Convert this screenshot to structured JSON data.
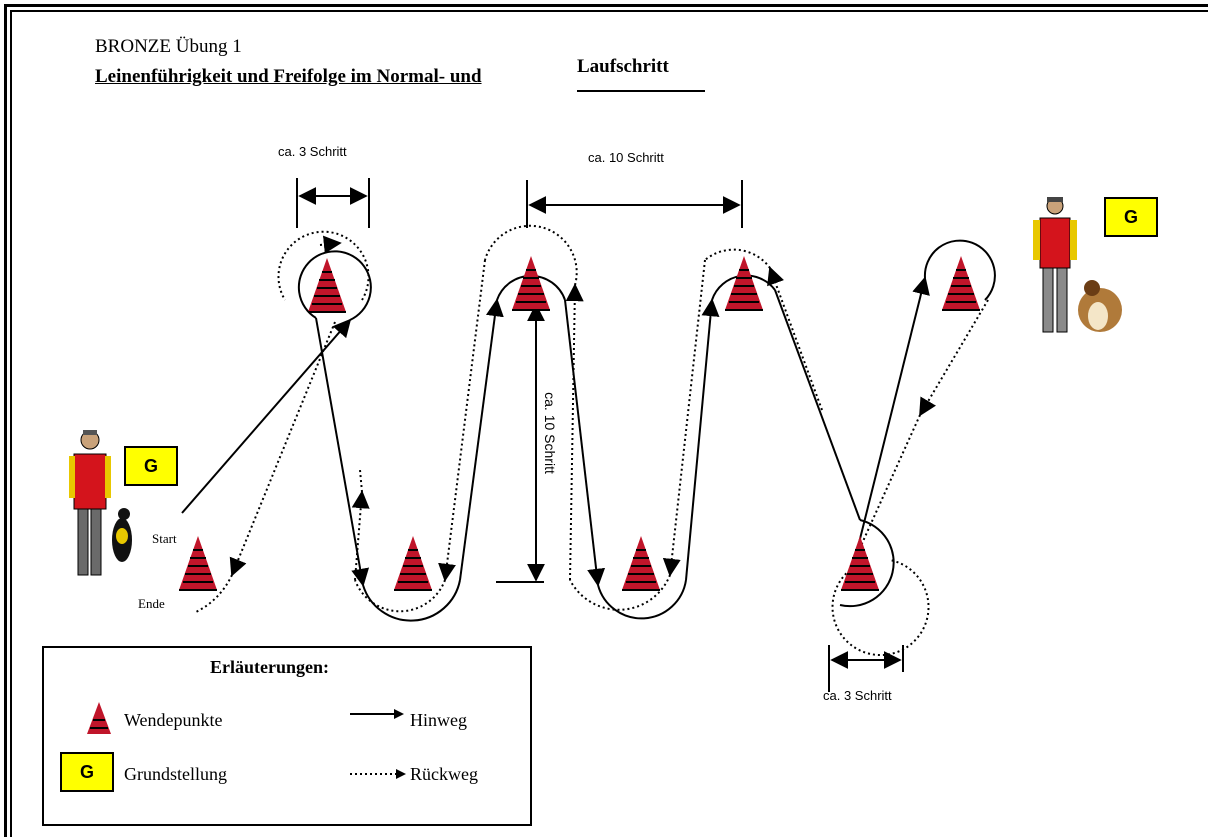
{
  "header": {
    "line1": "BRONZE  Übung 1",
    "line2": "Leinenführigkeit und Freifolge im Normal- und",
    "line2_suffix": "Laufschritt"
  },
  "dimensions": {
    "top_left": "ca. 3 Schritt",
    "top_middle": "ca. 10 Schritt",
    "vertical": "ca. 10 Schritt",
    "bottom_right": "ca. 3 Schritt"
  },
  "labels": {
    "start": "Start",
    "end": "Ende",
    "grundstellung_box": "G"
  },
  "legend": {
    "title": "Erläuterungen:",
    "wendepunkte": "Wendepunkte",
    "hinweg": "Hinweg",
    "grundstellung": "Grundstellung",
    "rueckweg": "Rückweg",
    "g_symbol": "G"
  },
  "colors": {
    "cone": "#c0152a",
    "cone_stripe": "#000000",
    "g_box": "#ffff00",
    "vest": "#d4141c"
  }
}
